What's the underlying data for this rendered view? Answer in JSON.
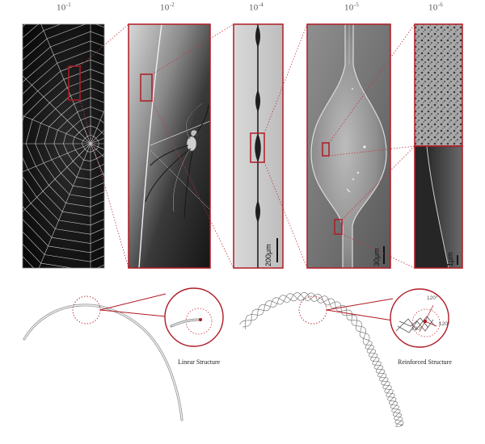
{
  "scale_labels": [
    {
      "base": "10",
      "exp": "-1"
    },
    {
      "base": "10",
      "exp": "-2"
    },
    {
      "base": "10",
      "exp": "-4"
    },
    {
      "base": "10",
      "exp": "-5"
    },
    {
      "base": "10",
      "exp": "-6"
    }
  ],
  "scale_bars": {
    "panel3": "200μm",
    "panel4": "30μm",
    "panel5": "1μm"
  },
  "captions": {
    "linear": "Linear Structure",
    "reinforced": "Reinforced Structure"
  },
  "angles": [
    "120°",
    "120°",
    "120°"
  ],
  "colors": {
    "accent_red": "#b01b25",
    "dotted_red": "#c0363e",
    "frame_gray": "#888888"
  }
}
